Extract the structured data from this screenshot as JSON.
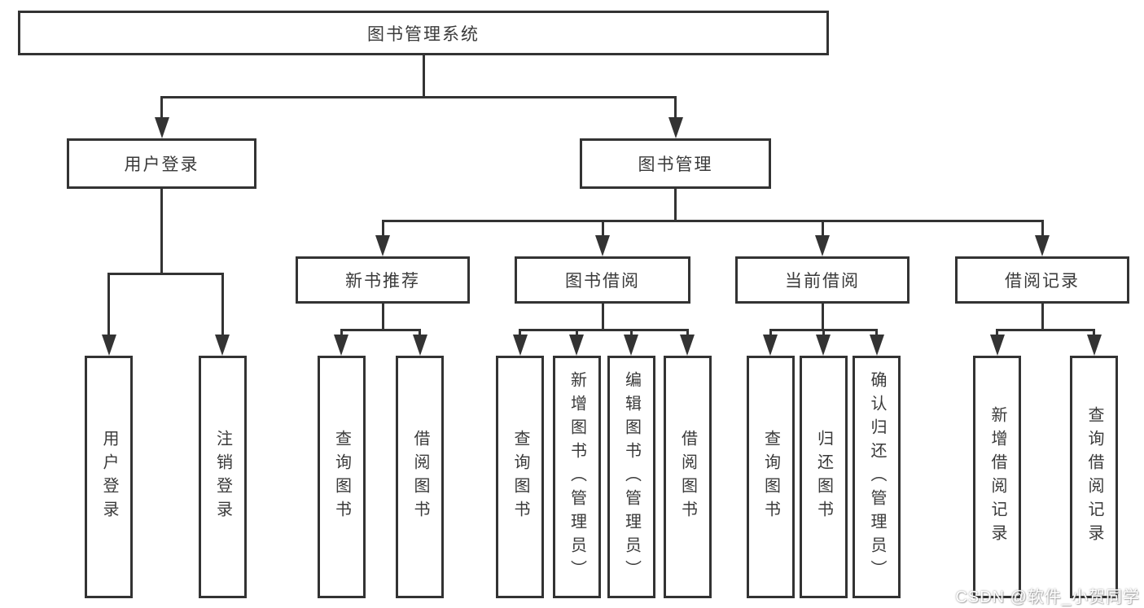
{
  "tree": {
    "root": {
      "label": "图书管理系统",
      "children": [
        {
          "label": "用户登录",
          "children": [
            {
              "label": "用户登录"
            },
            {
              "label": "注销登录"
            }
          ]
        },
        {
          "label": "图书管理",
          "children": [
            {
              "label": "新书推荐",
              "children": [
                {
                  "label": "查询图书"
                },
                {
                  "label": "借阅图书"
                }
              ]
            },
            {
              "label": "图书借阅",
              "children": [
                {
                  "label": "查询图书"
                },
                {
                  "label": "新增图书（管理员）"
                },
                {
                  "label": "编辑图书（管理员）"
                },
                {
                  "label": "借阅图书"
                }
              ]
            },
            {
              "label": "当前借阅",
              "children": [
                {
                  "label": "查询图书"
                },
                {
                  "label": "归还图书"
                },
                {
                  "label": "确认归还（管理员）"
                }
              ]
            },
            {
              "label": "借阅记录",
              "children": [
                {
                  "label": "新增借阅记录"
                },
                {
                  "label": "查询借阅记录"
                }
              ]
            }
          ]
        }
      ]
    }
  },
  "watermark": {
    "text": "CSDN @软件_小贺同学"
  },
  "colors": {
    "line": "#333333",
    "box_background": "#ffffff",
    "text": "#3a3a3a",
    "watermark_text": "#ffffff"
  }
}
